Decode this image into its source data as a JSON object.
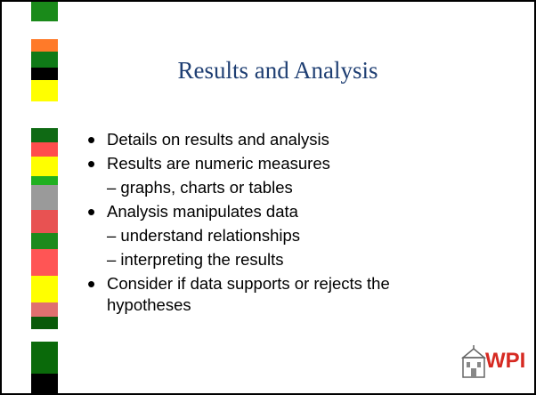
{
  "slide": {
    "title": "Results and Analysis",
    "bullets": [
      {
        "text": "Details on results and analysis",
        "level": 1
      },
      {
        "text": "Results are numeric measures",
        "level": 1
      },
      {
        "text": "– graphs, charts or tables",
        "level": 2
      },
      {
        "text": "Analysis manipulates data",
        "level": 1
      },
      {
        "text": "– understand relationships",
        "level": 2
      },
      {
        "text": "– interpreting the results",
        "level": 2
      },
      {
        "text": "Consider if data supports or rejects the",
        "level": 1
      },
      {
        "text": "hypotheses",
        "level": 0
      }
    ],
    "logo_text": "WPI"
  },
  "colors": {
    "title": "#1f3f73",
    "logo": "#d62a22",
    "strip": [
      "#1a8a1a",
      "#ff7a29",
      "#0f7a17",
      "#000000",
      "#ffff00",
      "#ffffff",
      "#0f6a14",
      "#ff4d4d",
      "#ffff00",
      "#20b020",
      "#9a9a9a",
      "#e85252",
      "#1c8a1c",
      "#ff5555",
      "#ffff00",
      "#e07070",
      "#0a5a0a",
      "#ffffff",
      "#0a6a0a",
      "#000000"
    ]
  },
  "icons": [
    "bullet-dot-icon",
    "building-icon"
  ]
}
